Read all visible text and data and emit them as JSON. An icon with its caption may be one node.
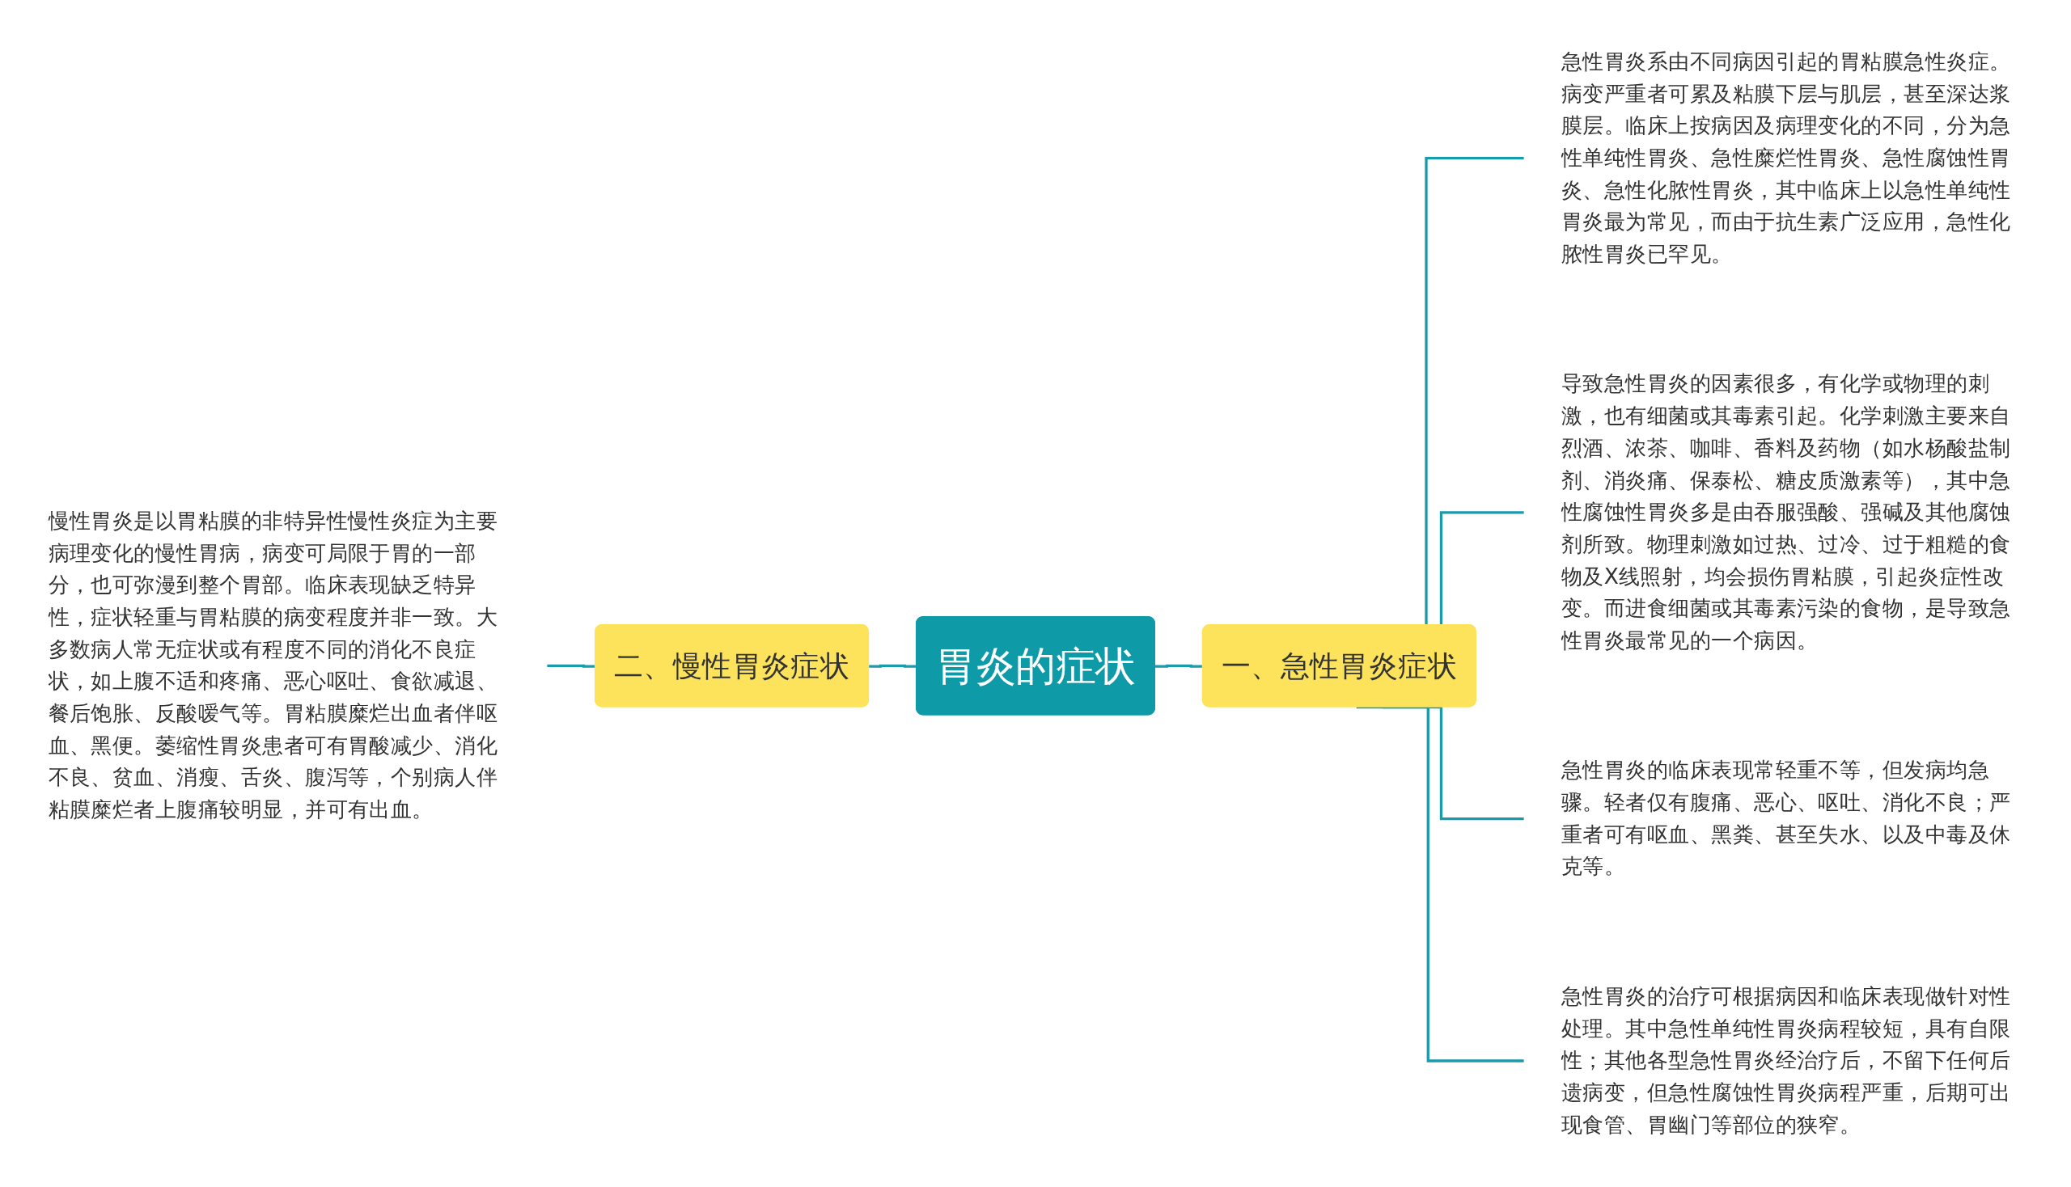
{
  "diagram": {
    "nodes": [
      {
        "text": [
          "胃炎的症状"
        ]
      },
      {
        "text": [
          "一、急性胃炎症状"
        ]
      },
      {
        "text": [
          "急性胃炎系由不同病因引起的胃粘膜急性炎症。病变严重者可累及粘膜下层与肌层，甚至深达浆膜层。临床上按病因及病理变化的不同，分为急性单纯性胃炎、急性糜烂性胃炎、急性腐蚀性胃炎、急性化脓性胃炎，其中临床上以急性单纯性胃炎最为常见，而由于抗生素广泛应用，急性化脓性胃炎已罕见。"
        ]
      },
      {
        "text": [
          "导致急性胃炎的因素很多，有化学或物理的刺激，也有细菌或其毒素引起。化学刺激主要来自烈酒、浓茶、咖啡、香料及药物（如水杨酸盐制剂、消炎痛、保泰松、糖皮质激素等），其中急性腐蚀性胃炎多是由吞服强酸、强碱及其他腐蚀剂所致。物理刺激如过热、过冷、过于粗糙的食物及X线照射，均会损伤胃粘膜，引起炎症性改变。而进食细菌或其毒素污染的食物，是导致急性胃炎最常见的一个病因。"
        ]
      },
      {
        "text": [
          "急性胃炎的临床表现常轻重不等，但发病均急骤。轻者仅有腹痛、恶心、呕吐、消化不良；严重者可有呕血、黑粪、甚至失水、以及中毒及休克等。"
        ]
      },
      {
        "text": [
          "急性胃炎的治疗可根据病因和临床表现做针对性处理。其中急性单纯性胃炎病程较短，具有自限性；其他各型急性胃炎经治疗后，不留下任何后遗病变，但急性腐蚀性胃炎病程严重，后期可出现食管、胃幽门等部位的狭窄。"
        ]
      },
      {
        "text": [
          "二、慢性胃炎症状"
        ]
      },
      {
        "text": [
          "慢性胃炎是以胃粘膜的非特异性慢性炎症为主要病理变化的慢性胃病，病变可局限于胃的一部分，也可弥漫到整个胃部。临床表现缺乏特异性，症状轻重与胃粘膜的病变程度并非一致。大多数病人常无症状或有程度不同的消化不良症状，如上腹不适和疼痛、恶心呕吐、食欲减退、餐后饱胀、反酸嗳气等。胃粘膜糜烂出血者伴呕血、黑便。萎缩性胃炎患者可有胃酸减少、消化不良、贫血、消瘦、舌炎、腹泻等，个别病人伴粘膜糜烂者上腹痛较明显，并可有出血。"
        ]
      }
    ],
    "edges": [
      {
        "from": 7,
        "to": 6,
        "arrow": "none"
      },
      {
        "from": 6,
        "to": 0,
        "arrow": "none"
      },
      {
        "from": 0,
        "to": 1,
        "arrow": "none"
      },
      {
        "from": 1,
        "to": 2,
        "arrow": "none"
      },
      {
        "from": 1,
        "to": 3,
        "arrow": "none"
      },
      {
        "from": 1,
        "to": 4,
        "arrow": "none"
      },
      {
        "from": 1,
        "to": 5,
        "arrow": "none"
      }
    ]
  }
}
